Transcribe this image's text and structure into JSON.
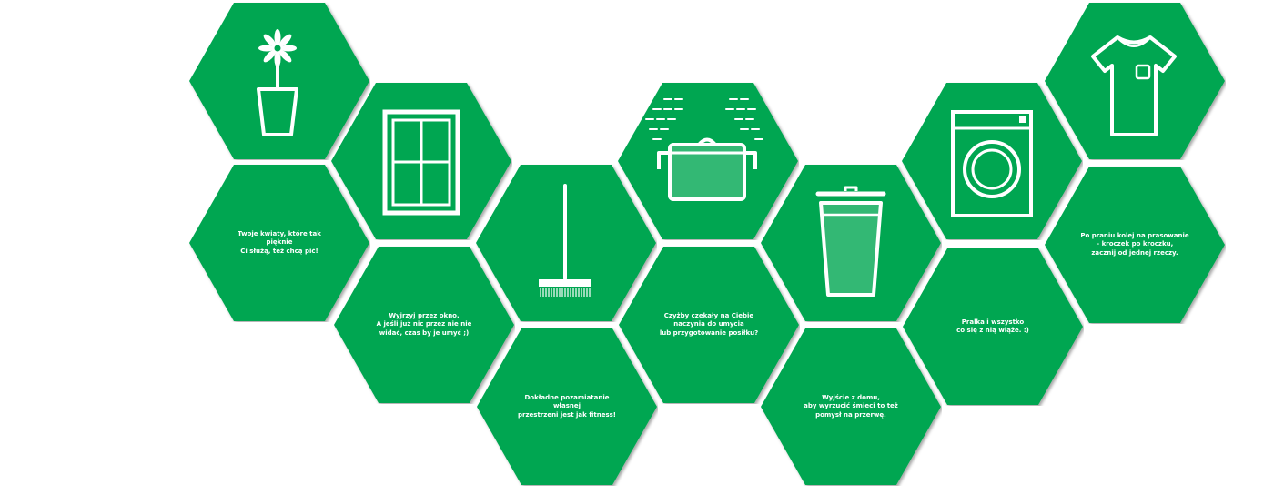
{
  "theme": {
    "hex_color": "#00a651",
    "icon_color": "#ffffff"
  },
  "tiles": {
    "flowers": {
      "icon": "flower-pot-icon",
      "text": "Twoje kwiaty, które tak pięknie\nCi służą, też chcą pić!"
    },
    "window": {
      "icon": "window-icon",
      "text": "Wyjrzyj przez okno.\nA jeśli już nic przez nie nie\nwidać, czas by je umyć ;)"
    },
    "broom": {
      "icon": "broom-icon",
      "text": "Dokładne pozamiatanie własnej\nprzestrzeni jest jak fitness!"
    },
    "pot": {
      "icon": "cooking-pot-icon",
      "text": "Czyżby czekały na Ciebie\nnaczynia do umycia\nlub przygotowanie posiłku?"
    },
    "trash": {
      "icon": "trash-bin-icon",
      "text": "Wyjście z domu,\naby wyrzucić śmieci to też\npomysł na przerwę."
    },
    "washer": {
      "icon": "washing-machine-icon",
      "text": "Pralka i wszystko\nco się z nią wiąże. :)"
    },
    "shirt": {
      "icon": "t-shirt-icon",
      "text": "Po praniu kolej na prasowanie\n– kroczek po kroczku,\nzacznij od jednej rzeczy."
    }
  }
}
